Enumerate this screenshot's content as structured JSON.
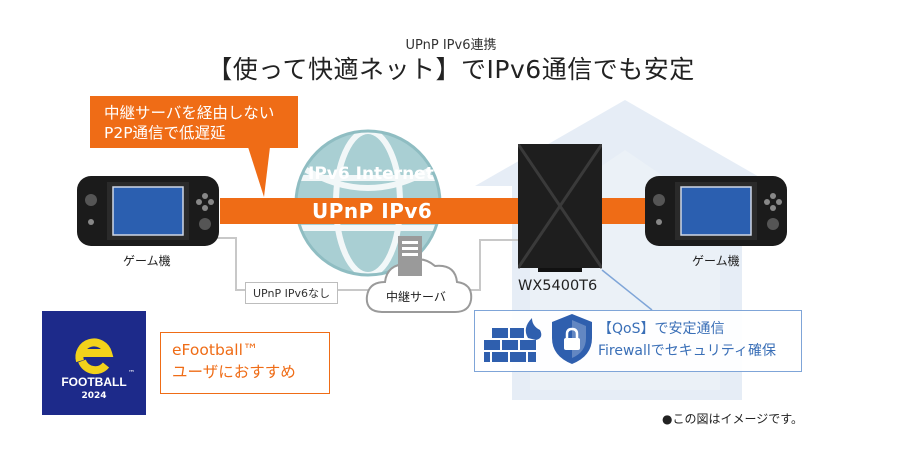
{
  "header": {
    "subtitle": "UPnP IPv6連携",
    "title": "【使って快適ネット】でIPv6通信でも安定"
  },
  "callout": {
    "line1": "中継サーバを経由しない",
    "line2": "P2P通信で低遅延"
  },
  "network": {
    "internet_label": "IPv6 Internet",
    "band_label": "UPnP IPv6",
    "no_upnp_label": "UPnP IPv6なし",
    "relay_label": "中継サーバ"
  },
  "devices": {
    "left_label": "ゲーム機",
    "right_label": "ゲーム機",
    "router_model": "WX5400T6"
  },
  "features": {
    "qos": "【QoS】で安定通信",
    "firewall": "Firewallでセキュリティ確保"
  },
  "promo": {
    "logo_text": "FOOTBALL",
    "logo_tm": "™",
    "logo_year": "2024",
    "line1": "eFootball™",
    "line2": "ユーザにおすすめ"
  },
  "note": "●この図はイメージです。",
  "colors": {
    "accent_orange": "#ef6c16",
    "globe_teal": "#7fb0b5",
    "feature_blue": "#3a6fb7",
    "logo_navy": "#1d2a8a",
    "logo_yellow": "#f2d21b"
  }
}
